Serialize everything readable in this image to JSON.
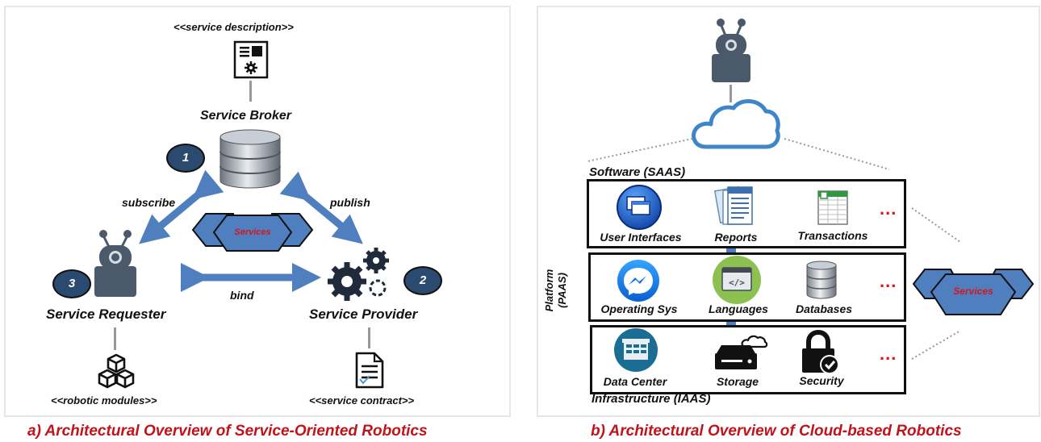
{
  "left": {
    "service_description": "<<service description>>",
    "service_broker": "Service Broker",
    "subscribe": "subscribe",
    "publish": "publish",
    "bind": "bind",
    "services": "Services",
    "service_requester": "Service Requester",
    "service_provider": "Service Provider",
    "robotic_modules": "<<robotic modules>>",
    "service_contract": "<<service contract>>",
    "badges": [
      "1",
      "2",
      "3"
    ],
    "caption": "a) Architectural Overview of Service-Oriented Robotics"
  },
  "right": {
    "software": "Software (SAAS)",
    "platform_line1": "Platform",
    "platform_line2": "(PAAS)",
    "infrastructure": "Infrastructure (IAAS)",
    "saas_items": [
      "User Interfaces",
      "Reports",
      "Transactions"
    ],
    "paas_items": [
      "Operating Sys",
      "Languages",
      "Databases"
    ],
    "iaas_items": [
      "Data Center",
      "Storage",
      "Security"
    ],
    "ellipsis": "...",
    "services": "Services",
    "caption": "b) Architectural Overview of Cloud-based Robotics"
  },
  "colors": {
    "arrow_blue": "#4f7fbe",
    "dark_navy": "#2b4a6f",
    "robot_gray": "#4a5a6a",
    "caption_red": "#c0141b",
    "accent_red": "#e0141b"
  }
}
